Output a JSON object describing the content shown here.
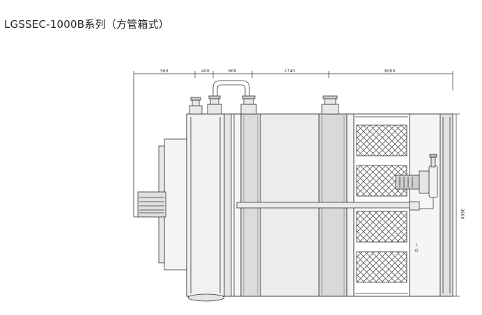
{
  "title": "LGSSEC-1000B系列（方管箱式）",
  "dimensions": {
    "d1": "560",
    "d2": "400",
    "d3": "600",
    "d4": "2740",
    "d5": "6000",
    "height": "3600"
  },
  "colors": {
    "line": "#333333",
    "fill_light": "#f1f1f1",
    "fill_mid": "#d7d7d7",
    "mesh": "#555555",
    "background": "#ffffff"
  }
}
